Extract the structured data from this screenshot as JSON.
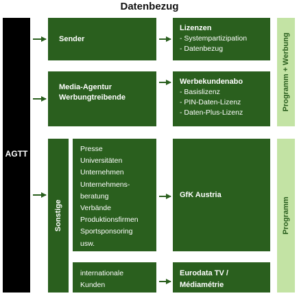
{
  "title": "Datenbezug",
  "agtt": "AGTT",
  "sender": "Sender",
  "media": [
    "Media-Agentur",
    "Werbungtreibende"
  ],
  "lizenzen": {
    "heading": "Lizenzen",
    "items": [
      "- Systempartizipation",
      "- Datenbezug"
    ]
  },
  "werbekunden": {
    "heading": "Werbekundenabo",
    "items": [
      "- Basislizenz",
      "- PIN-Daten-Lizenz",
      "- Daten-Plus-Lizenz"
    ]
  },
  "side_top": "Programm + Werbung",
  "side_bottom": "Programm",
  "sonstige": "Sonstige",
  "sonstige_list": [
    "Presse",
    "Universitäten",
    "Unternehmen",
    "Unternehmens-",
    "beratung",
    "Verbände",
    "Produktionsfirmen",
    "Sportsponsoring",
    "usw."
  ],
  "gfk": "GfK Austria",
  "international": [
    "internationale",
    "Kunden"
  ],
  "eurodata": [
    "Eurodata TV /",
    "Médiamétrie"
  ],
  "colors": {
    "dark_green": "#2a5f1e",
    "light_green": "#c3e3a4",
    "agtt_black": "#000000"
  }
}
